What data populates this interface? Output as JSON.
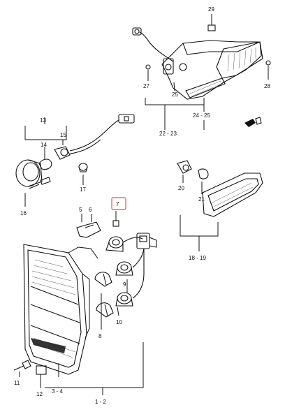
{
  "labels": {
    "p29": "29",
    "p28": "28",
    "p27": "27",
    "p25": "25",
    "p24_25": "24 - 25",
    "p22_23": "22 - 23",
    "p13": "13",
    "p15": "15",
    "p14": "14",
    "p17": "17",
    "p16": "16",
    "p5": "5",
    "p6": "6",
    "p7": "7",
    "p9": "9",
    "p10": "10",
    "p8": "8",
    "p20": "20",
    "p21": "21",
    "p18_19": "18 - 19",
    "p11": "11",
    "p3_4": "3 - 4",
    "p12": "12",
    "p1_2": "1 - 2"
  },
  "colors": {
    "line": "#111111",
    "highlight": "#d9534f",
    "background": "#ffffff"
  }
}
